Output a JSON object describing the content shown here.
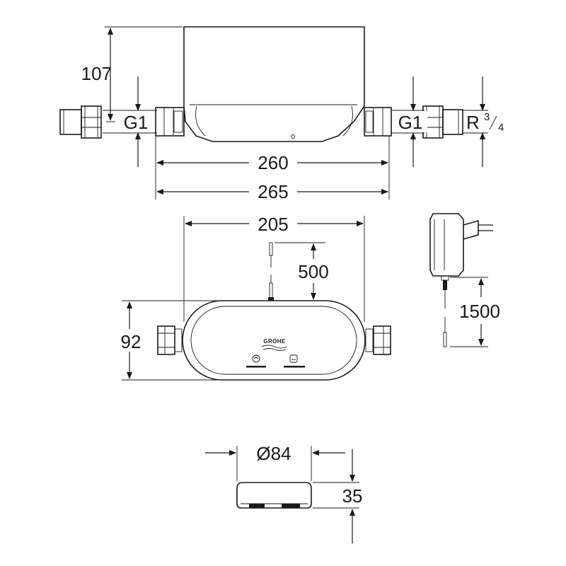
{
  "side_view": {
    "height": "107",
    "thread_left": "G1",
    "thread_right": "G1",
    "connector": "R",
    "connector_sup": "3",
    "connector_sub": "4",
    "length_inner": "260",
    "length_outer": "265"
  },
  "top_view": {
    "width": "205",
    "cable_length": "500",
    "depth": "92",
    "brand": "GROHE"
  },
  "power_adapter": {
    "cable_length": "1500"
  },
  "sensor": {
    "diameter": "Ø84",
    "height": "35"
  },
  "colors": {
    "line": "#1a1a1a",
    "background": "#ffffff"
  }
}
